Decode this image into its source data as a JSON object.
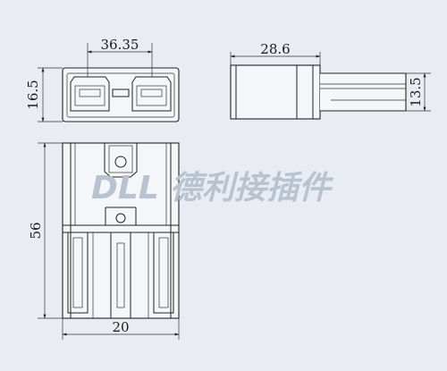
{
  "dimensions": {
    "top_view_width": "36.35",
    "top_view_height": "16.5",
    "side_view_width": "28.6",
    "side_view_height": "13.5",
    "front_view_height": "56",
    "front_view_width": "20"
  },
  "watermark": {
    "latin": "DLL",
    "chinese": "德利接插件"
  },
  "colors": {
    "background": "#e9edf3",
    "line": "#222222",
    "watermark": "#b9c3d0"
  }
}
